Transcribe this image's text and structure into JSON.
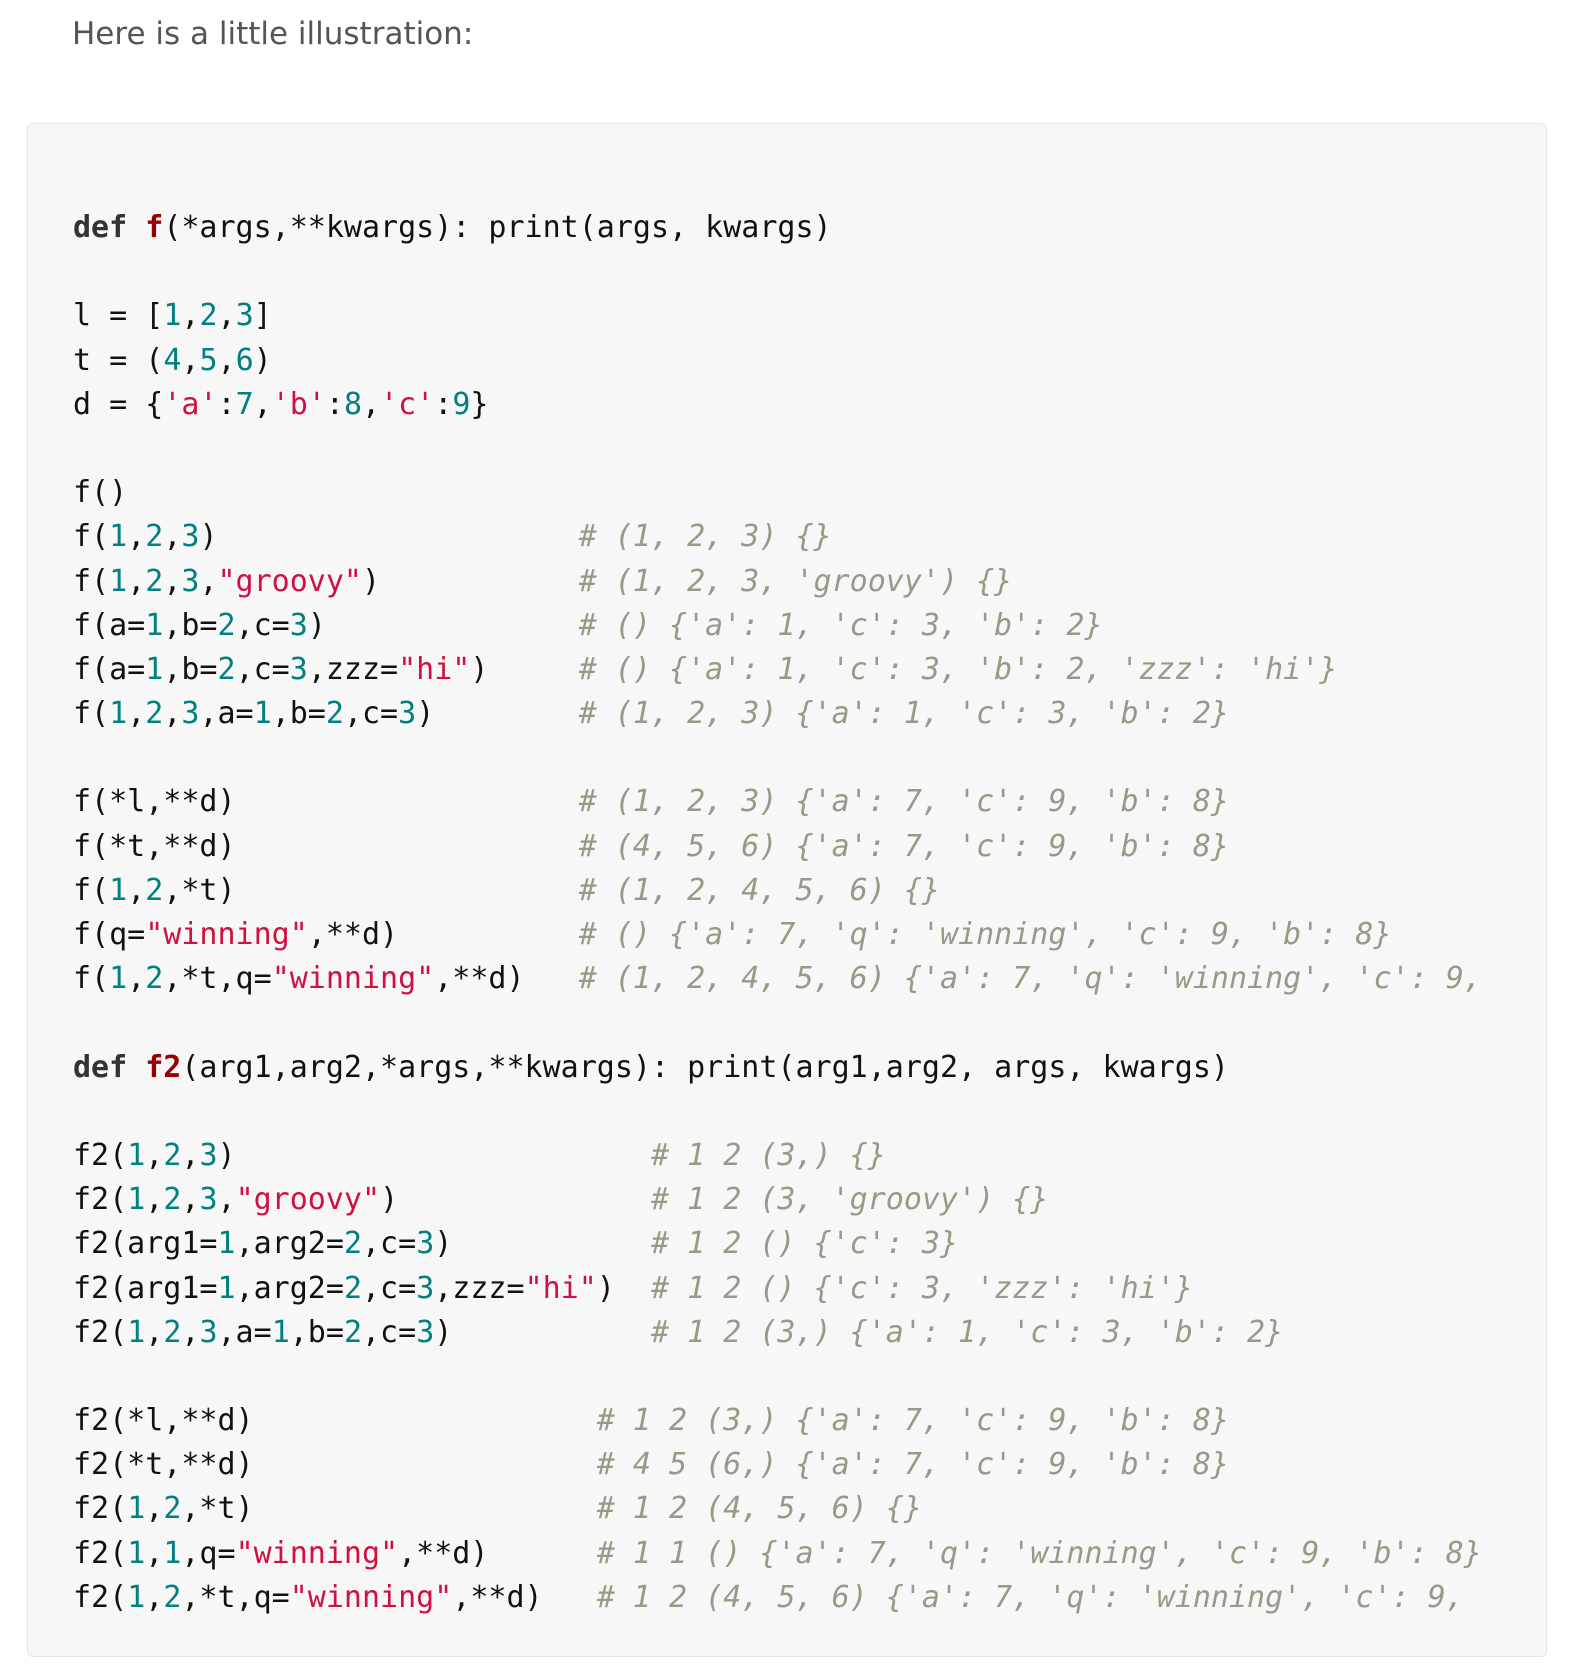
{
  "intro": "Here is a little illustration:",
  "colors": {
    "keyword": "#333333",
    "function": "#990000",
    "number": "#008080",
    "string": "#d01040",
    "comment": "#999988"
  },
  "code": [
    [
      [
        "k",
        "def"
      ],
      [
        "p",
        " "
      ],
      [
        "fn",
        "f"
      ],
      [
        "p",
        "(*args,**kwargs): print(args, kwargs)"
      ]
    ],
    [],
    [
      [
        "p",
        "l = ["
      ],
      [
        "n",
        "1"
      ],
      [
        "p",
        ","
      ],
      [
        "n",
        "2"
      ],
      [
        "p",
        ","
      ],
      [
        "n",
        "3"
      ],
      [
        "p",
        "]"
      ]
    ],
    [
      [
        "p",
        "t = ("
      ],
      [
        "n",
        "4"
      ],
      [
        "p",
        ","
      ],
      [
        "n",
        "5"
      ],
      [
        "p",
        ","
      ],
      [
        "n",
        "6"
      ],
      [
        "p",
        ")"
      ]
    ],
    [
      [
        "p",
        "d = {"
      ],
      [
        "s",
        "'a'"
      ],
      [
        "p",
        ":"
      ],
      [
        "n",
        "7"
      ],
      [
        "p",
        ","
      ],
      [
        "s",
        "'b'"
      ],
      [
        "p",
        ":"
      ],
      [
        "n",
        "8"
      ],
      [
        "p",
        ","
      ],
      [
        "s",
        "'c'"
      ],
      [
        "p",
        ":"
      ],
      [
        "n",
        "9"
      ],
      [
        "p",
        "}"
      ]
    ],
    [],
    [
      [
        "p",
        "f()"
      ]
    ],
    [
      [
        "p",
        "f("
      ],
      [
        "n",
        "1"
      ],
      [
        "p",
        ","
      ],
      [
        "n",
        "2"
      ],
      [
        "p",
        ","
      ],
      [
        "n",
        "3"
      ],
      [
        "p",
        ")                    "
      ],
      [
        "c",
        "# (1, 2, 3) {}"
      ]
    ],
    [
      [
        "p",
        "f("
      ],
      [
        "n",
        "1"
      ],
      [
        "p",
        ","
      ],
      [
        "n",
        "2"
      ],
      [
        "p",
        ","
      ],
      [
        "n",
        "3"
      ],
      [
        "p",
        ","
      ],
      [
        "s",
        "\"groovy\""
      ],
      [
        "p",
        ")           "
      ],
      [
        "c",
        "# (1, 2, 3, 'groovy') {}"
      ]
    ],
    [
      [
        "p",
        "f(a="
      ],
      [
        "n",
        "1"
      ],
      [
        "p",
        ",b="
      ],
      [
        "n",
        "2"
      ],
      [
        "p",
        ",c="
      ],
      [
        "n",
        "3"
      ],
      [
        "p",
        ")              "
      ],
      [
        "c",
        "# () {'a': 1, 'c': 3, 'b': 2}"
      ]
    ],
    [
      [
        "p",
        "f(a="
      ],
      [
        "n",
        "1"
      ],
      [
        "p",
        ",b="
      ],
      [
        "n",
        "2"
      ],
      [
        "p",
        ",c="
      ],
      [
        "n",
        "3"
      ],
      [
        "p",
        ",zzz="
      ],
      [
        "s",
        "\"hi\""
      ],
      [
        "p",
        ")     "
      ],
      [
        "c",
        "# () {'a': 1, 'c': 3, 'b': 2, 'zzz': 'hi'}"
      ]
    ],
    [
      [
        "p",
        "f("
      ],
      [
        "n",
        "1"
      ],
      [
        "p",
        ","
      ],
      [
        "n",
        "2"
      ],
      [
        "p",
        ","
      ],
      [
        "n",
        "3"
      ],
      [
        "p",
        ",a="
      ],
      [
        "n",
        "1"
      ],
      [
        "p",
        ",b="
      ],
      [
        "n",
        "2"
      ],
      [
        "p",
        ",c="
      ],
      [
        "n",
        "3"
      ],
      [
        "p",
        ")        "
      ],
      [
        "c",
        "# (1, 2, 3) {'a': 1, 'c': 3, 'b': 2}"
      ]
    ],
    [],
    [
      [
        "p",
        "f(*l,**d)                   "
      ],
      [
        "c",
        "# (1, 2, 3) {'a': 7, 'c': 9, 'b': 8}"
      ]
    ],
    [
      [
        "p",
        "f(*t,**d)                   "
      ],
      [
        "c",
        "# (4, 5, 6) {'a': 7, 'c': 9, 'b': 8}"
      ]
    ],
    [
      [
        "p",
        "f("
      ],
      [
        "n",
        "1"
      ],
      [
        "p",
        ","
      ],
      [
        "n",
        "2"
      ],
      [
        "p",
        ",*t)                   "
      ],
      [
        "c",
        "# (1, 2, 4, 5, 6) {}"
      ]
    ],
    [
      [
        "p",
        "f(q="
      ],
      [
        "s",
        "\"winning\""
      ],
      [
        "p",
        ",**d)          "
      ],
      [
        "c",
        "# () {'a': 7, 'q': 'winning', 'c': 9, 'b': 8}"
      ]
    ],
    [
      [
        "p",
        "f("
      ],
      [
        "n",
        "1"
      ],
      [
        "p",
        ","
      ],
      [
        "n",
        "2"
      ],
      [
        "p",
        ",*t,q="
      ],
      [
        "s",
        "\"winning\""
      ],
      [
        "p",
        ",**d)   "
      ],
      [
        "c",
        "# (1, 2, 4, 5, 6) {'a': 7, 'q': 'winning', 'c': 9,"
      ]
    ],
    [],
    [
      [
        "k",
        "def"
      ],
      [
        "p",
        " "
      ],
      [
        "fn",
        "f2"
      ],
      [
        "p",
        "(arg1,arg2,*args,**kwargs): print(arg1,arg2, args, kwargs)"
      ]
    ],
    [],
    [
      [
        "p",
        "f2("
      ],
      [
        "n",
        "1"
      ],
      [
        "p",
        ","
      ],
      [
        "n",
        "2"
      ],
      [
        "p",
        ","
      ],
      [
        "n",
        "3"
      ],
      [
        "p",
        ")                       "
      ],
      [
        "c",
        "# 1 2 (3,) {}"
      ]
    ],
    [
      [
        "p",
        "f2("
      ],
      [
        "n",
        "1"
      ],
      [
        "p",
        ","
      ],
      [
        "n",
        "2"
      ],
      [
        "p",
        ","
      ],
      [
        "n",
        "3"
      ],
      [
        "p",
        ","
      ],
      [
        "s",
        "\"groovy\""
      ],
      [
        "p",
        ")              "
      ],
      [
        "c",
        "# 1 2 (3, 'groovy') {}"
      ]
    ],
    [
      [
        "p",
        "f2(arg1="
      ],
      [
        "n",
        "1"
      ],
      [
        "p",
        ",arg2="
      ],
      [
        "n",
        "2"
      ],
      [
        "p",
        ",c="
      ],
      [
        "n",
        "3"
      ],
      [
        "p",
        ")           "
      ],
      [
        "c",
        "# 1 2 () {'c': 3}"
      ]
    ],
    [
      [
        "p",
        "f2(arg1="
      ],
      [
        "n",
        "1"
      ],
      [
        "p",
        ",arg2="
      ],
      [
        "n",
        "2"
      ],
      [
        "p",
        ",c="
      ],
      [
        "n",
        "3"
      ],
      [
        "p",
        ",zzz="
      ],
      [
        "s",
        "\"hi\""
      ],
      [
        "p",
        ")  "
      ],
      [
        "c",
        "# 1 2 () {'c': 3, 'zzz': 'hi'}"
      ]
    ],
    [
      [
        "p",
        "f2("
      ],
      [
        "n",
        "1"
      ],
      [
        "p",
        ","
      ],
      [
        "n",
        "2"
      ],
      [
        "p",
        ","
      ],
      [
        "n",
        "3"
      ],
      [
        "p",
        ",a="
      ],
      [
        "n",
        "1"
      ],
      [
        "p",
        ",b="
      ],
      [
        "n",
        "2"
      ],
      [
        "p",
        ",c="
      ],
      [
        "n",
        "3"
      ],
      [
        "p",
        ")           "
      ],
      [
        "c",
        "# 1 2 (3,) {'a': 1, 'c': 3, 'b': 2}"
      ]
    ],
    [],
    [
      [
        "p",
        "f2(*l,**d)                   "
      ],
      [
        "c",
        "# 1 2 (3,) {'a': 7, 'c': 9, 'b': 8}"
      ]
    ],
    [
      [
        "p",
        "f2(*t,**d)                   "
      ],
      [
        "c",
        "# 4 5 (6,) {'a': 7, 'c': 9, 'b': 8}"
      ]
    ],
    [
      [
        "p",
        "f2("
      ],
      [
        "n",
        "1"
      ],
      [
        "p",
        ","
      ],
      [
        "n",
        "2"
      ],
      [
        "p",
        ",*t)                   "
      ],
      [
        "c",
        "# 1 2 (4, 5, 6) {}"
      ]
    ],
    [
      [
        "p",
        "f2("
      ],
      [
        "n",
        "1"
      ],
      [
        "p",
        ","
      ],
      [
        "n",
        "1"
      ],
      [
        "p",
        ",q="
      ],
      [
        "s",
        "\"winning\""
      ],
      [
        "p",
        ",**d)      "
      ],
      [
        "c",
        "# 1 1 () {'a': 7, 'q': 'winning', 'c': 9, 'b': 8}"
      ]
    ],
    [
      [
        "p",
        "f2("
      ],
      [
        "n",
        "1"
      ],
      [
        "p",
        ","
      ],
      [
        "n",
        "2"
      ],
      [
        "p",
        ",*t,q="
      ],
      [
        "s",
        "\"winning\""
      ],
      [
        "p",
        ",**d)   "
      ],
      [
        "c",
        "# 1 2 (4, 5, 6) {'a': 7, 'q': 'winning', 'c': 9,"
      ]
    ]
  ]
}
